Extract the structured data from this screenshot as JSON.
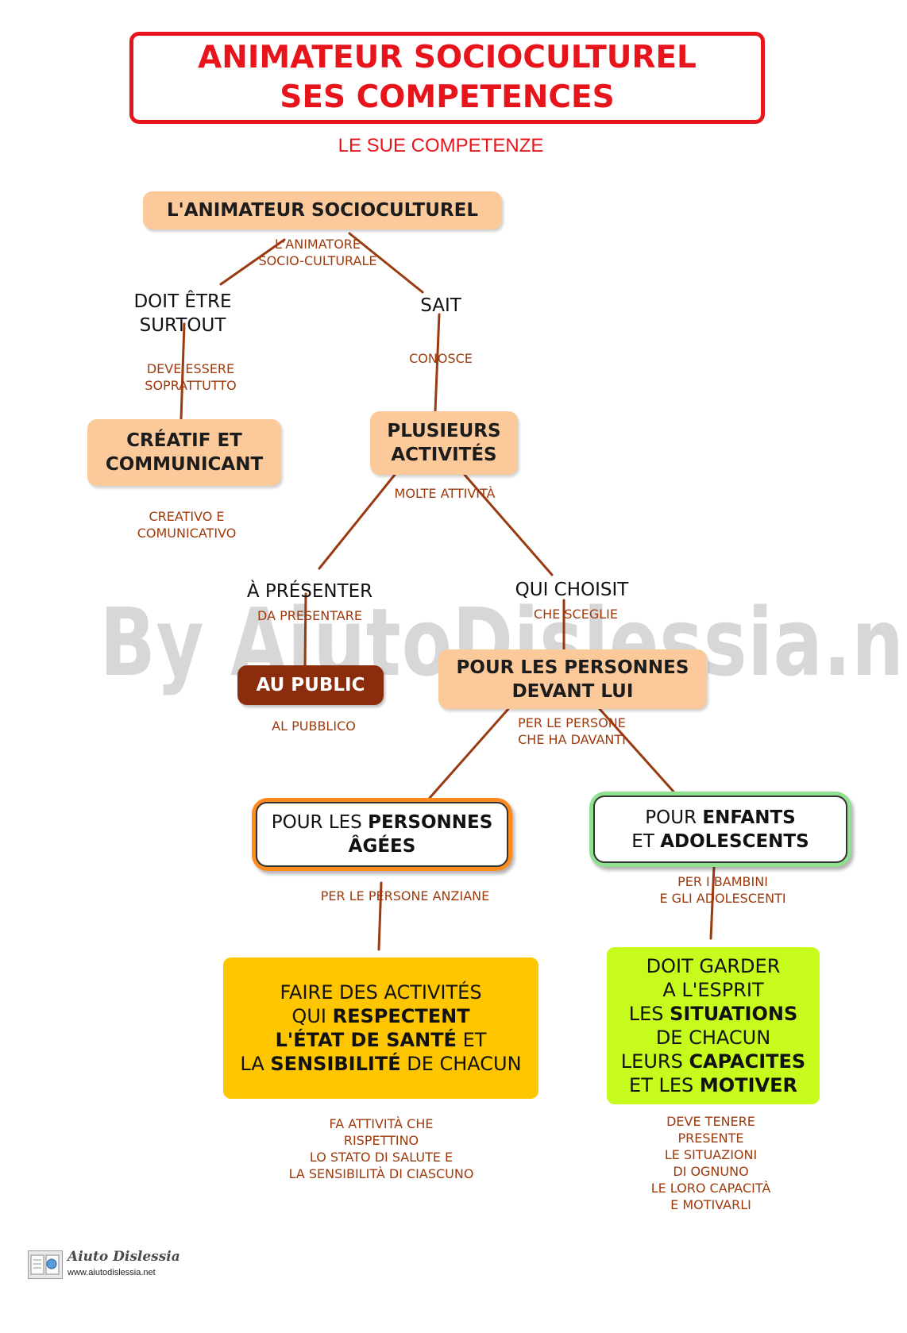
{
  "title": {
    "line1": "ANIMATEUR SOCIOCULTUREL",
    "line2": "SES COMPETENCES"
  },
  "subtitle": "LE SUE COMPETENZE",
  "watermark": "By AiutoDislessia.net",
  "nodes": {
    "root": {
      "label": "L'ANIMATEUR SOCIOCULTUREL",
      "translation_line1": "L'ANIMATORE",
      "translation_line2": "SOCIO-CULTURALE"
    },
    "creatif": {
      "line1": "CRÉATIF ET",
      "line2": "COMMUNICANT",
      "translation_line1": "CREATIVO E",
      "translation_line2": "COMUNICATIVO"
    },
    "activites": {
      "line1": "PLUSIEURS",
      "line2": "ACTIVITÉS",
      "translation": "MOLTE ATTIVITÀ"
    },
    "public": {
      "label": "AU PUBLIC",
      "translation": "AL PUBBLICO"
    },
    "personnes": {
      "line1": "POUR LES PERSONNES",
      "line2": "DEVANT LUI",
      "translation_line1": "PER LE PERSONE",
      "translation_line2": "CHE HA DAVANTI"
    },
    "agees": {
      "pre": "POUR LES ",
      "bold1": "PERSONNES",
      "bold2": "ÂGÉES",
      "translation": "PER LE PERSONE ANZIANE"
    },
    "enfants": {
      "pre1": "POUR ",
      "bold1": "ENFANTS",
      "pre2": "ET ",
      "bold2": "ADOLESCENTS",
      "translation_line1": "PER I BAMBINI",
      "translation_line2": "E GLI ADOLESCENTI"
    },
    "faire": {
      "line1": "FAIRE DES ACTIVITÉS",
      "line2_pre": "QUI ",
      "line2_bold": "RESPECTENT",
      "line3_bold": "L'ÉTAT DE SANTÉ",
      "line3_post": " ET",
      "line4_pre": "LA ",
      "line4_bold": "SENSIBILITÉ",
      "line4_post": " DE CHACUN",
      "translation": [
        "FA ATTIVITÀ CHE",
        "RISPETTINO",
        "LO STATO DI SALUTE E",
        "LA SENSIBILITÀ DI CIASCUNO"
      ]
    },
    "garder": {
      "line1": "DOIT GARDER",
      "line2": "A L'ESPRIT",
      "line3_pre": "LES ",
      "line3_bold": "SITUATIONS",
      "line4": "DE CHACUN",
      "line5_pre": "LEURS ",
      "line5_bold": "CAPACITES",
      "line6_pre": "ET LES ",
      "line6_bold": "MOTIVER",
      "translation": [
        "DEVE TENERE",
        "PRESENTE",
        "LE SITUAZIONI",
        "DI OGNUNO",
        "LE LORO CAPACITÀ",
        "E MOTIVARLI"
      ]
    }
  },
  "links": {
    "doit": {
      "line1": "DOIT ÊTRE",
      "line2": "SURTOUT",
      "translation_line1": "DEVE ESSERE",
      "translation_line2": "SOPRATTUTTO"
    },
    "sait": {
      "label": "SAIT",
      "translation": "CONOSCE"
    },
    "presenter": {
      "label": "À PRÉSENTER",
      "translation": "DA PRESENTARE"
    },
    "choisit": {
      "label": "QUI CHOISIT",
      "translation": "CHE SCEGLIE"
    }
  },
  "colors": {
    "title_red": "#e8141b",
    "peach": "#fcc99a",
    "brown_node": "#8b2d0c",
    "edge": "#9a3a10",
    "translation": "#9e3a0c",
    "orange_ring": "#ff8a1e",
    "green_ring": "#8fe08f",
    "gold_box": "#fdc600",
    "lime_box": "#c6fb1d"
  },
  "logo": {
    "name": "Aiuto Dislessia",
    "url": "www.aiutodislessia.net"
  }
}
